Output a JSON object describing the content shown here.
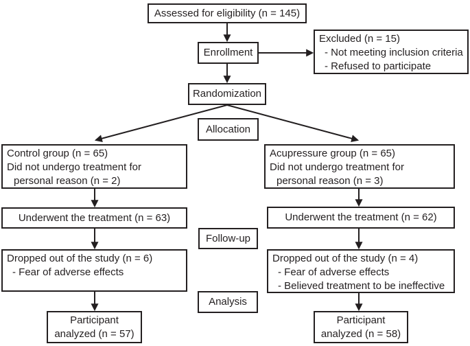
{
  "colors": {
    "ink": "#231f20",
    "background": "#ffffff",
    "box_fill": "#ffffff"
  },
  "flowchart": {
    "assessed": {
      "text": "Assessed for eligibility (n = 145)"
    },
    "enrollment": {
      "label": "Enrollment"
    },
    "excluded": {
      "title": "Excluded (n = 15)",
      "reasons": [
        "- Not meeting inclusion criteria",
        "- Refused to participate"
      ]
    },
    "randomization": {
      "label": "Randomization"
    },
    "allocation": {
      "label": "Allocation"
    },
    "control_group": {
      "line1": "Control group (n = 65)",
      "line2": "Did not undergo treatment for",
      "line3": "personal reason (n = 2)"
    },
    "acupressure_group": {
      "line1": "Acupressure group (n = 65)",
      "line2": "Did not undergo treatment for",
      "line3": "personal reason (n = 3)"
    },
    "underwent_control": {
      "text": "Underwent the treatment (n = 63)"
    },
    "underwent_acupressure": {
      "text": "Underwent the treatment (n = 62)"
    },
    "follow_up": {
      "label": "Follow-up"
    },
    "dropped_control": {
      "title": "Dropped out of the study (n = 6)",
      "reasons": [
        "- Fear of adverse effects"
      ]
    },
    "dropped_acupressure": {
      "title": "Dropped out of the study (n = 4)",
      "reasons": [
        "- Fear of adverse effects",
        "- Believed treatment to be ineffective"
      ]
    },
    "analysis": {
      "label": "Analysis"
    },
    "analyzed_control": {
      "line1": "Participant",
      "line2": "analyzed (n = 57)"
    },
    "analyzed_acupressure": {
      "line1": "Participant",
      "line2": "analyzed (n = 58)"
    }
  }
}
